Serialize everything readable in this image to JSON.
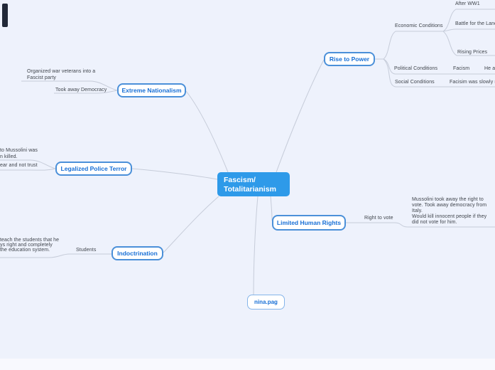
{
  "canvas": {
    "bg_color": "#eef2fc",
    "line_color": "#c6ccd9",
    "accent_blue": "#2e9ae9",
    "node_border_blue": "#4b90d9",
    "node_text_blue": "#176fd6"
  },
  "central": {
    "label": "Fascism/\nTotalitarianism"
  },
  "nodes": {
    "rise_to_power": {
      "label": "Rise to Power"
    },
    "extreme_nationalism": {
      "label": "Extreme Nationalism"
    },
    "legalized_police_terror": {
      "label": "Legalized Police Terror"
    },
    "limited_human_rights": {
      "label": "Limited Human Rights"
    },
    "indoctrination": {
      "label": "Indoctrination"
    },
    "nina_pag": {
      "label": "nina.pag"
    }
  },
  "labels": {
    "organized": "Organized war veterans into a\nFascist party",
    "took_away": "Took away Democracy",
    "mussolini_killed": "to Mussolini was\nn killed.",
    "fear": "ear and not trust",
    "teach": "teach the students that he\nys right and completely\nthe education system.",
    "students": "Students",
    "right_to_vote": "Right to vote",
    "vote_note": "Mussolini took away the right to\nvote. Took away democracy from\nItaly.\nWould kill innocent people if they\ndid not vote for him.",
    "economic": "Economic Conditions",
    "after_ww1": "After WW1",
    "battle_land": "Battle for the Land",
    "rising_prices": "Rising Prices",
    "political": "Political Conditions",
    "facism": "Facism",
    "he_a": "He a",
    "social": "Social Conditions",
    "facisim_rising": "Facisim was slowly rising"
  }
}
